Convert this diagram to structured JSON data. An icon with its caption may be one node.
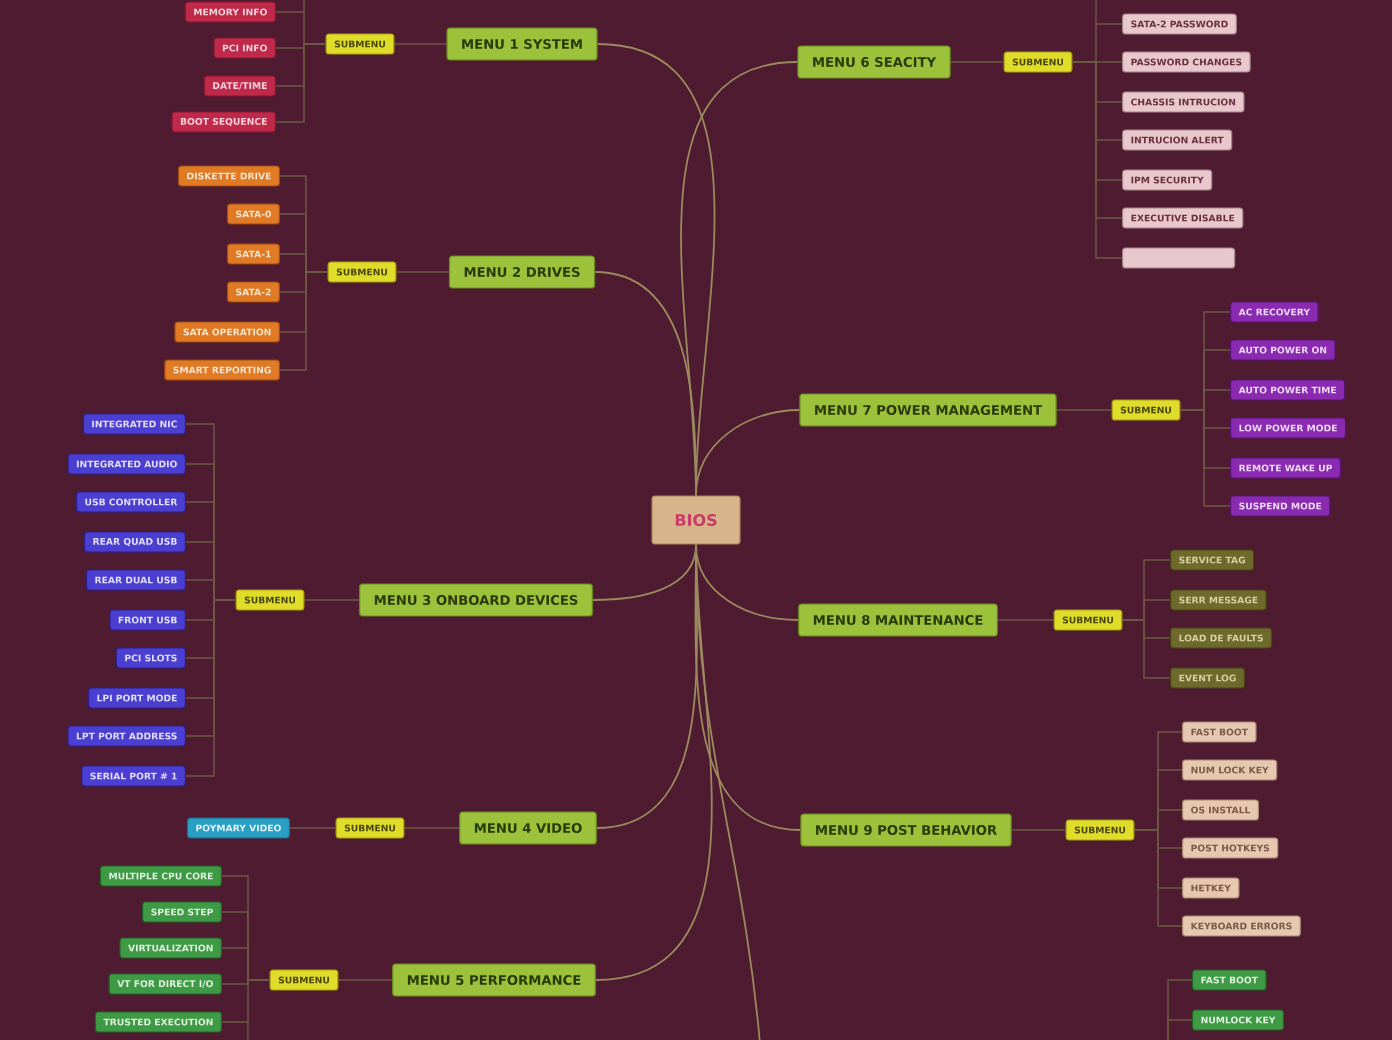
{
  "diagram": {
    "nodes": [
      {
        "text": [
          "BIOS"
        ]
      },
      {
        "text": [
          "MENU 1 SYSTEM"
        ]
      },
      {
        "text": [
          "SUBMENU"
        ]
      },
      {
        "text": [
          "MEMORY INFO"
        ]
      },
      {
        "text": [
          "PCI INFO"
        ]
      },
      {
        "text": [
          "DATE/TIME"
        ]
      },
      {
        "text": [
          "BOOT SEQUENCE"
        ]
      },
      {
        "text": [
          "MENU 2 DRIVES"
        ]
      },
      {
        "text": [
          "SUBMENU"
        ]
      },
      {
        "text": [
          "DISKETTE DRIVE"
        ]
      },
      {
        "text": [
          "SATA-0"
        ]
      },
      {
        "text": [
          "SATA-1"
        ]
      },
      {
        "text": [
          "SATA-2"
        ]
      },
      {
        "text": [
          "SATA OPERATION"
        ]
      },
      {
        "text": [
          "SMART REPORTING"
        ]
      },
      {
        "text": [
          "MENU 3 ONBOARD DEVICES"
        ]
      },
      {
        "text": [
          "SUBMENU"
        ]
      },
      {
        "text": [
          "INTEGRATED NIC"
        ]
      },
      {
        "text": [
          "INTEGRATED AUDIO"
        ]
      },
      {
        "text": [
          "USB CONTROLLER"
        ]
      },
      {
        "text": [
          "REAR QUAD USB"
        ]
      },
      {
        "text": [
          "REAR DUAL USB"
        ]
      },
      {
        "text": [
          "FRONT USB"
        ]
      },
      {
        "text": [
          "PCI SLOTS"
        ]
      },
      {
        "text": [
          "LPI PORT MODE"
        ]
      },
      {
        "text": [
          "LPT PORT ADDRESS"
        ]
      },
      {
        "text": [
          "SERIAL PORT # 1"
        ]
      },
      {
        "text": [
          "MENU 4 VIDEO"
        ]
      },
      {
        "text": [
          "SUBMENU"
        ]
      },
      {
        "text": [
          "POYMARY VIDEO"
        ]
      },
      {
        "text": [
          "MENU 5 PERFORMANCE"
        ]
      },
      {
        "text": [
          "SUBMENU"
        ]
      },
      {
        "text": [
          "MULTIPLE CPU CORE"
        ]
      },
      {
        "text": [
          "SPEED STEP"
        ]
      },
      {
        "text": [
          "VIRTUALIZATION"
        ]
      },
      {
        "text": [
          "VT FOR DIRECT I/O"
        ]
      },
      {
        "text": [
          "TRUSTED EXECUTION"
        ]
      },
      {
        "text": [
          "MENU 6 SEACITY"
        ]
      },
      {
        "text": [
          "SUBMENU"
        ]
      },
      {
        "text": [
          "SATA-2 PASSWORD"
        ]
      },
      {
        "text": [
          "PASSWORD CHANGES"
        ]
      },
      {
        "text": [
          "CHASSIS INTRUCION"
        ]
      },
      {
        "text": [
          "INTRUCION ALERT"
        ]
      },
      {
        "text": [
          "IPM SECURITY"
        ]
      },
      {
        "text": [
          "EXECUTIVE DISABLE"
        ]
      },
      {
        "text": [],
        "shape": "box"
      },
      {
        "text": [
          "MENU 7 POWER MANAGEMENT"
        ]
      },
      {
        "text": [
          "SUBMENU"
        ]
      },
      {
        "text": [
          "AC RECOVERY"
        ]
      },
      {
        "text": [
          "AUTO POWER ON"
        ]
      },
      {
        "text": [
          "AUTO POWER TIME"
        ]
      },
      {
        "text": [
          "LOW POWER MODE"
        ]
      },
      {
        "text": [
          "REMOTE WAKE UP"
        ]
      },
      {
        "text": [
          "SUSPEND MODE"
        ]
      },
      {
        "text": [
          "MENU 8 MAINTENANCE"
        ]
      },
      {
        "text": [
          "SUBMENU"
        ]
      },
      {
        "text": [
          "SERVICE TAG"
        ]
      },
      {
        "text": [
          "SERR MESSAGE"
        ]
      },
      {
        "text": [
          "LOAD DE FAULTS"
        ]
      },
      {
        "text": [
          "EVENT LOG"
        ]
      },
      {
        "text": [
          "MENU 9 POST BEHAVIOR"
        ]
      },
      {
        "text": [
          "SUBMENU"
        ]
      },
      {
        "text": [
          "FAST BOOT"
        ]
      },
      {
        "text": [
          "NUM LOCK KEY"
        ]
      },
      {
        "text": [
          "OS INSTALL"
        ]
      },
      {
        "text": [
          "POST HOTKEYS"
        ]
      },
      {
        "text": [
          "HETKEY"
        ]
      },
      {
        "text": [
          "KEYBOARD ERRORS"
        ]
      },
      {
        "text": [
          "FAST BOOT"
        ]
      },
      {
        "text": [
          "NUMLOCK KEY"
        ]
      }
    ],
    "edges": [
      {
        "from": 0,
        "to": 1,
        "arrow": "none"
      },
      {
        "from": 0,
        "to": 7,
        "arrow": "none"
      },
      {
        "from": 0,
        "to": 15,
        "arrow": "none"
      },
      {
        "from": 0,
        "to": 27,
        "arrow": "none"
      },
      {
        "from": 0,
        "to": 30,
        "arrow": "none"
      },
      {
        "from": 0,
        "to": 37,
        "arrow": "none"
      },
      {
        "from": 0,
        "to": 46,
        "arrow": "none"
      },
      {
        "from": 0,
        "to": 54,
        "arrow": "none"
      },
      {
        "from": 0,
        "to": 60,
        "arrow": "none"
      },
      {
        "from": 0,
        "to": null,
        "arrow": "none"
      },
      {
        "from": 1,
        "to": 2,
        "arrow": "none"
      },
      {
        "from": 7,
        "to": 8,
        "arrow": "none"
      },
      {
        "from": 15,
        "to": 16,
        "arrow": "none"
      },
      {
        "from": 27,
        "to": 28,
        "arrow": "none"
      },
      {
        "from": 30,
        "to": 31,
        "arrow": "none"
      },
      {
        "from": 37,
        "to": 38,
        "arrow": "none"
      },
      {
        "from": 46,
        "to": 47,
        "arrow": "none"
      },
      {
        "from": 54,
        "to": 55,
        "arrow": "none"
      },
      {
        "from": 60,
        "to": 61,
        "arrow": "none"
      },
      {
        "from": 2,
        "to": 3,
        "arrow": "none"
      },
      {
        "from": 2,
        "to": 4,
        "arrow": "none"
      },
      {
        "from": 2,
        "to": 5,
        "arrow": "none"
      },
      {
        "from": 2,
        "to": 6,
        "arrow": "none"
      },
      {
        "from": 8,
        "to": 9,
        "arrow": "none"
      },
      {
        "from": 8,
        "to": 10,
        "arrow": "none"
      },
      {
        "from": 8,
        "to": 11,
        "arrow": "none"
      },
      {
        "from": 8,
        "to": 12,
        "arrow": "none"
      },
      {
        "from": 8,
        "to": 13,
        "arrow": "none"
      },
      {
        "from": 8,
        "to": 14,
        "arrow": "none"
      },
      {
        "from": 16,
        "to": 17,
        "arrow": "none"
      },
      {
        "from": 16,
        "to": 18,
        "arrow": "none"
      },
      {
        "from": 16,
        "to": 19,
        "arrow": "none"
      },
      {
        "from": 16,
        "to": 20,
        "arrow": "none"
      },
      {
        "from": 16,
        "to": 21,
        "arrow": "none"
      },
      {
        "from": 16,
        "to": 22,
        "arrow": "none"
      },
      {
        "from": 16,
        "to": 23,
        "arrow": "none"
      },
      {
        "from": 16,
        "to": 24,
        "arrow": "none"
      },
      {
        "from": 16,
        "to": 25,
        "arrow": "none"
      },
      {
        "from": 16,
        "to": 26,
        "arrow": "none"
      },
      {
        "from": 28,
        "to": 29,
        "arrow": "none"
      },
      {
        "from": 31,
        "to": 32,
        "arrow": "none"
      },
      {
        "from": 31,
        "to": 33,
        "arrow": "none"
      },
      {
        "from": 31,
        "to": 34,
        "arrow": "none"
      },
      {
        "from": 31,
        "to": 35,
        "arrow": "none"
      },
      {
        "from": 31,
        "to": 36,
        "arrow": "none"
      },
      {
        "from": 38,
        "to": 39,
        "arrow": "none"
      },
      {
        "from": 38,
        "to": 40,
        "arrow": "none"
      },
      {
        "from": 38,
        "to": 41,
        "arrow": "none"
      },
      {
        "from": 38,
        "to": 42,
        "arrow": "none"
      },
      {
        "from": 38,
        "to": 43,
        "arrow": "none"
      },
      {
        "from": 38,
        "to": 44,
        "arrow": "none"
      },
      {
        "from": 38,
        "to": 45,
        "arrow": "none"
      },
      {
        "from": 47,
        "to": 48,
        "arrow": "none"
      },
      {
        "from": 47,
        "to": 49,
        "arrow": "none"
      },
      {
        "from": 47,
        "to": 50,
        "arrow": "none"
      },
      {
        "from": 47,
        "to": 51,
        "arrow": "none"
      },
      {
        "from": 47,
        "to": 52,
        "arrow": "none"
      },
      {
        "from": 47,
        "to": 53,
        "arrow": "none"
      },
      {
        "from": 55,
        "to": 56,
        "arrow": "none"
      },
      {
        "from": 55,
        "to": 57,
        "arrow": "none"
      },
      {
        "from": 55,
        "to": 58,
        "arrow": "none"
      },
      {
        "from": 55,
        "to": 59,
        "arrow": "none"
      },
      {
        "from": 61,
        "to": 62,
        "arrow": "none"
      },
      {
        "from": 61,
        "to": 63,
        "arrow": "none"
      },
      {
        "from": 61,
        "to": 64,
        "arrow": "none"
      },
      {
        "from": 61,
        "to": 65,
        "arrow": "none"
      },
      {
        "from": 61,
        "to": 66,
        "arrow": "none"
      },
      {
        "from": 61,
        "to": 67,
        "arrow": "none"
      },
      {
        "from": null,
        "to": 68,
        "arrow": "none"
      },
      {
        "from": null,
        "to": 69,
        "arrow": "none"
      }
    ]
  }
}
